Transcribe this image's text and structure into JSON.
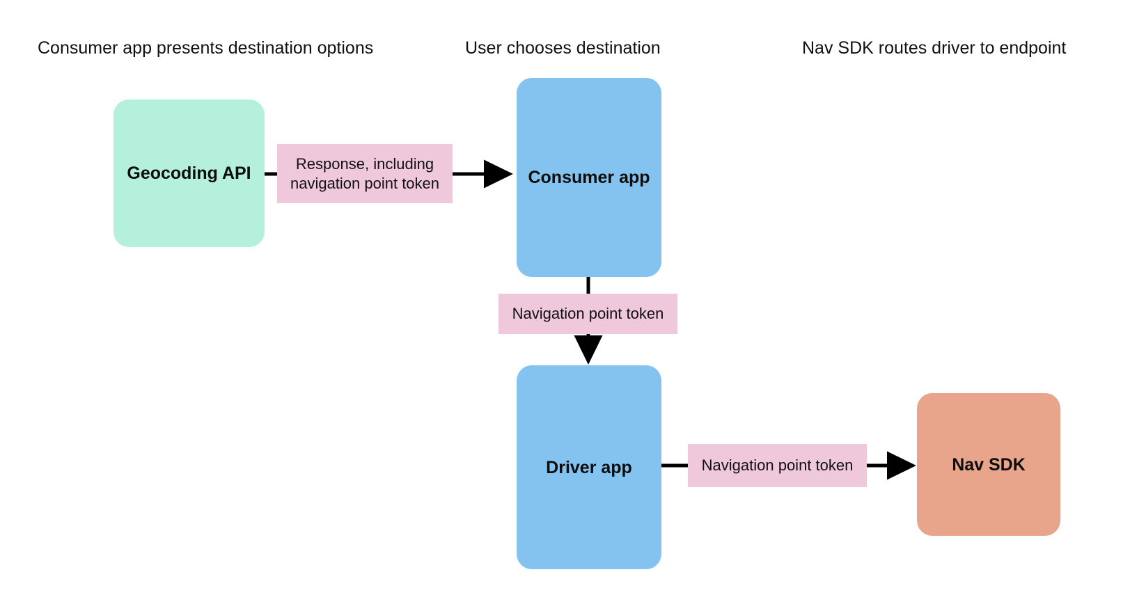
{
  "diagram": {
    "title_headers": [
      {
        "id": "header-consumer",
        "label": "Consumer app presents destination options"
      },
      {
        "id": "header-user",
        "label": "User chooses destination"
      },
      {
        "id": "header-navsdk",
        "label": "Nav SDK routes driver to endpoint"
      }
    ],
    "nodes": [
      {
        "id": "geocoding-api",
        "label": "Geocoding API",
        "color": "#b4f0dc"
      },
      {
        "id": "consumer-app",
        "label": "Consumer app",
        "color": "#84c3f0"
      },
      {
        "id": "driver-app",
        "label": "Driver app",
        "color": "#84c3f0"
      },
      {
        "id": "nav-sdk",
        "label": "Nav SDK",
        "color": "#e8a58c"
      }
    ],
    "edge_labels": [
      {
        "id": "edge-geocoding-to-consumer",
        "label": "Response, including navigation point token",
        "color": "#f0c8dc"
      },
      {
        "id": "edge-consumer-to-driver",
        "label": "Navigation point token",
        "color": "#f0c8dc"
      },
      {
        "id": "edge-driver-to-navsdk",
        "label": "Navigation point token",
        "color": "#f0c8dc"
      }
    ],
    "arrows": [
      {
        "id": "arrow-geocoding-to-consumer",
        "from": "geocoding-api",
        "to": "consumer-app",
        "direction": "right"
      },
      {
        "id": "arrow-consumer-to-driver",
        "from": "consumer-app",
        "to": "driver-app",
        "direction": "down"
      },
      {
        "id": "arrow-driver-to-navsdk",
        "from": "driver-app",
        "to": "nav-sdk",
        "direction": "right"
      }
    ],
    "colors": {
      "background": "#ffffff",
      "mint": "#b4f0dc",
      "blue": "#84c3f0",
      "salmon": "#e8a58c",
      "pink": "#f0c8dc",
      "arrow": "#000000",
      "text": "#111111"
    }
  }
}
